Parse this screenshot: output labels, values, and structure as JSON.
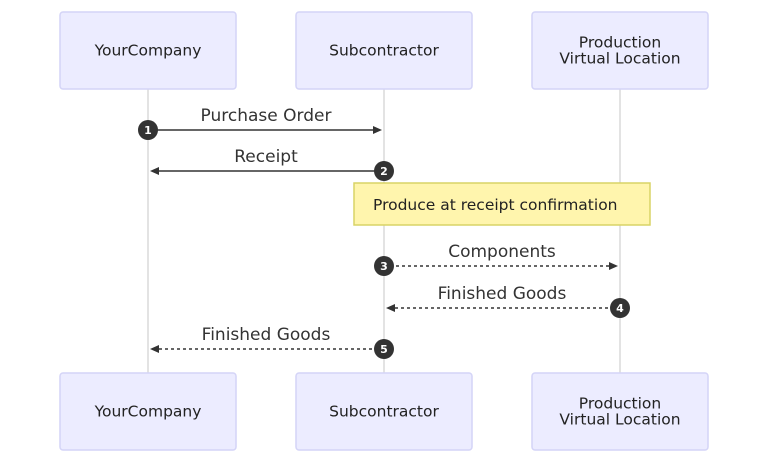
{
  "diagram": {
    "type": "sequence",
    "participants": [
      {
        "id": "yourcompany",
        "lines": [
          "YourCompany"
        ]
      },
      {
        "id": "subcontractor",
        "lines": [
          "Subcontractor"
        ]
      },
      {
        "id": "production",
        "lines": [
          "Production",
          "Virtual Location"
        ]
      }
    ],
    "messages": [
      {
        "seq": "1",
        "from": "yourcompany",
        "to": "subcontractor",
        "label": "Purchase Order",
        "style": "solid"
      },
      {
        "seq": "2",
        "from": "subcontractor",
        "to": "yourcompany",
        "label": "Receipt",
        "style": "solid"
      },
      {
        "seq": "3",
        "from": "subcontractor",
        "to": "production",
        "label": "Components",
        "style": "dashed"
      },
      {
        "seq": "4",
        "from": "production",
        "to": "subcontractor",
        "label": "Finished Goods",
        "style": "dashed"
      },
      {
        "seq": "5",
        "from": "subcontractor",
        "to": "yourcompany",
        "label": "Finished Goods",
        "style": "dashed"
      }
    ],
    "note": {
      "text": "Produce at receipt confirmation",
      "over": [
        "subcontractor",
        "production"
      ],
      "after_message": "2"
    },
    "colors": {
      "actor_fill": "#ECECFF",
      "actor_border": "#D4D4F7",
      "lifeline": "#DADADA",
      "message": "#333333",
      "note_fill": "#FFF5AD",
      "note_border": "#D9D366"
    }
  }
}
